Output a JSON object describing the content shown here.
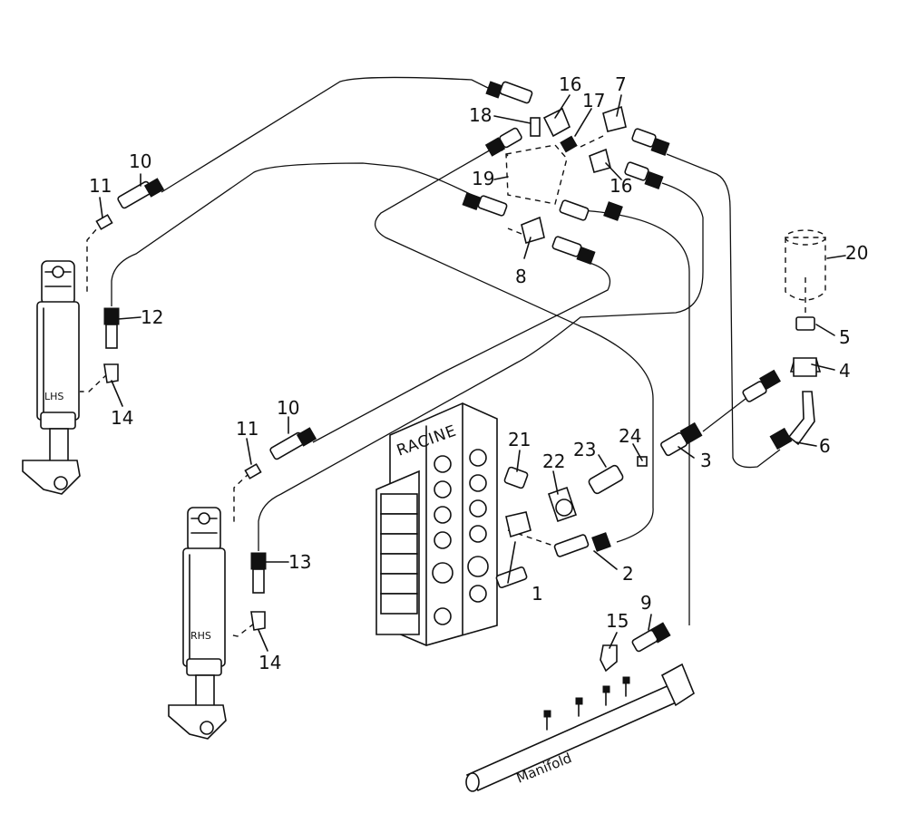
{
  "callouts": {
    "c1": "1",
    "c2": "2",
    "c3": "3",
    "c4": "4",
    "c5": "5",
    "c6": "6",
    "c7": "7",
    "c8": "8",
    "c9": "9",
    "c10a": "10",
    "c10b": "10",
    "c11a": "11",
    "c11b": "11",
    "c12": "12",
    "c13": "13",
    "c14a": "14",
    "c14b": "14",
    "c15": "15",
    "c16a": "16",
    "c16b": "16",
    "c17": "17",
    "c18": "18",
    "c19": "19",
    "c20": "20",
    "c21": "21",
    "c22": "22",
    "c23": "23",
    "c24": "24"
  },
  "labels": {
    "lhs": "LHS",
    "rhs": "RHS",
    "valve_brand": "RACINE",
    "manifold": "Manifold"
  }
}
